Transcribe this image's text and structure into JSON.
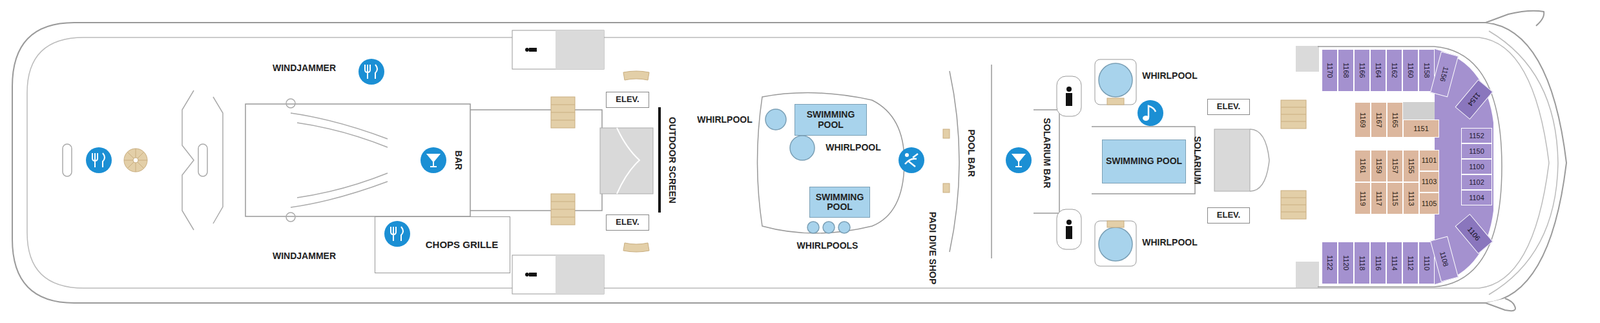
{
  "diagram": {
    "nodes": [
      {
        "text": [
          "CHOPS GRILLE"
        ]
      },
      {
        "text": [
          "ELEV."
        ]
      },
      {
        "text": [
          "ELEV."
        ]
      },
      {
        "text": [
          "SWIMMING POOL"
        ]
      },
      {
        "text": [
          "SWIMMING POOL"
        ]
      },
      {
        "text": [
          "SWIMMING POOL"
        ]
      },
      {
        "text": [
          "ELEV."
        ]
      },
      {
        "text": [
          "ELEV."
        ]
      },
      {
        "text": [
          "1170"
        ]
      },
      {
        "text": [
          "1168"
        ]
      },
      {
        "text": [
          "1166"
        ]
      },
      {
        "text": [
          "1164"
        ]
      },
      {
        "text": [
          "1162"
        ]
      },
      {
        "text": [
          "1160"
        ]
      },
      {
        "text": [
          "1158"
        ]
      },
      {
        "text": [
          "1156"
        ]
      },
      {
        "text": [
          "1154"
        ]
      },
      {
        "text": [
          "1169"
        ]
      },
      {
        "text": [
          "1167"
        ]
      },
      {
        "text": [
          "1165"
        ]
      },
      {
        "text": [
          "1151"
        ]
      },
      {
        "text": [
          "1152"
        ]
      },
      {
        "text": [
          "1150"
        ]
      },
      {
        "text": [
          "1100"
        ]
      },
      {
        "text": [
          "1102"
        ]
      },
      {
        "text": [
          "1104"
        ]
      },
      {
        "text": [
          "1106"
        ]
      },
      {
        "text": [
          "1161"
        ]
      },
      {
        "text": [
          "1159"
        ]
      },
      {
        "text": [
          "1157"
        ]
      },
      {
        "text": [
          "1155"
        ]
      },
      {
        "text": [
          "1101"
        ]
      },
      {
        "text": [
          "1103"
        ]
      },
      {
        "text": [
          "1119"
        ]
      },
      {
        "text": [
          "1117"
        ]
      },
      {
        "text": [
          "1115"
        ]
      },
      {
        "text": [
          "1113"
        ]
      },
      {
        "text": [
          "1105"
        ]
      },
      {
        "text": [
          "1122"
        ]
      },
      {
        "text": [
          "1120"
        ]
      },
      {
        "text": [
          "1118"
        ]
      },
      {
        "text": [
          "1116"
        ]
      },
      {
        "text": [
          "1114"
        ]
      },
      {
        "text": [
          "1112"
        ]
      },
      {
        "text": [
          "1110"
        ]
      },
      {
        "text": [
          "1108"
        ]
      }
    ],
    "labels": [
      "WINDJAMMER",
      "BAR",
      "WINDJAMMER",
      "OUTDOOR SCREEN",
      "WHIRLPOOL",
      "WHIRLPOOL",
      "WHIRLPOOLS",
      "POOL BAR",
      "PADI DIVE SHOP",
      "SOLARIUM BAR",
      "WHIRLPOOL",
      "WHIRLPOOL",
      "SOLARIUM"
    ]
  }
}
